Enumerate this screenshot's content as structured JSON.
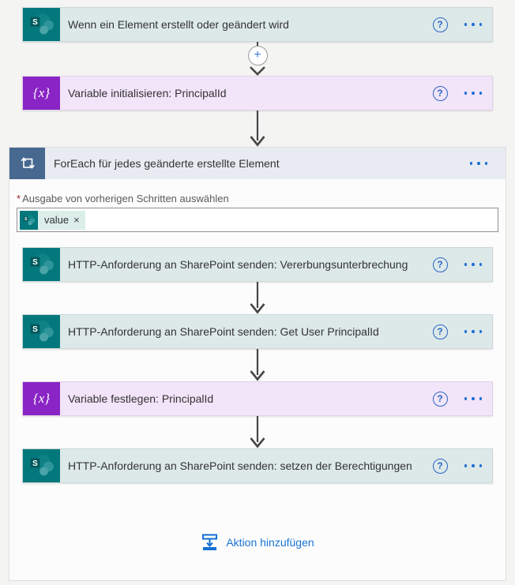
{
  "colors": {
    "sharepoint_brand": "#03787C",
    "sharepoint_card_bg": "#DDE9E9",
    "variable_brand": "#8A24C5",
    "variable_card_bg": "#F2E4F9",
    "control_brand": "#47688F",
    "control_header_bg": "#E8ECF2",
    "accent_blue": "#2965C4",
    "ellipsis_blue": "#1F6FD4",
    "link_blue": "#1B74D3",
    "canvas_bg": "#F4F4F3",
    "arrow_gray": "#484644",
    "required_red": "#A4262C"
  },
  "icons": {
    "help": "?",
    "plus": "+",
    "variable_glyph": "{x}",
    "sharepoint_letter": "S",
    "token_remove": "×"
  },
  "trigger": {
    "title": "Wenn ein Element erstellt oder geändert wird"
  },
  "init_variable": {
    "title": "Variable initialisieren: PrincipalId"
  },
  "foreach": {
    "title": "ForEach für jedes geänderte erstellte Element",
    "param": {
      "required_marker": "*",
      "label": "Ausgabe von vorherigen Schritten auswählen",
      "token_label": "value"
    },
    "actions": [
      {
        "title": "HTTP-Anforderung an SharePoint senden: Vererbungsunterbrechung",
        "type": "sharepoint"
      },
      {
        "title": "HTTP-Anforderung an SharePoint senden: Get User PrincipalId",
        "type": "sharepoint"
      },
      {
        "title": "Variable festlegen: PrincipalId",
        "type": "variable"
      },
      {
        "title": "HTTP-Anforderung an SharePoint senden: setzen der Berechtigungen",
        "type": "sharepoint"
      }
    ],
    "add_action_label": "Aktion hinzufügen"
  }
}
